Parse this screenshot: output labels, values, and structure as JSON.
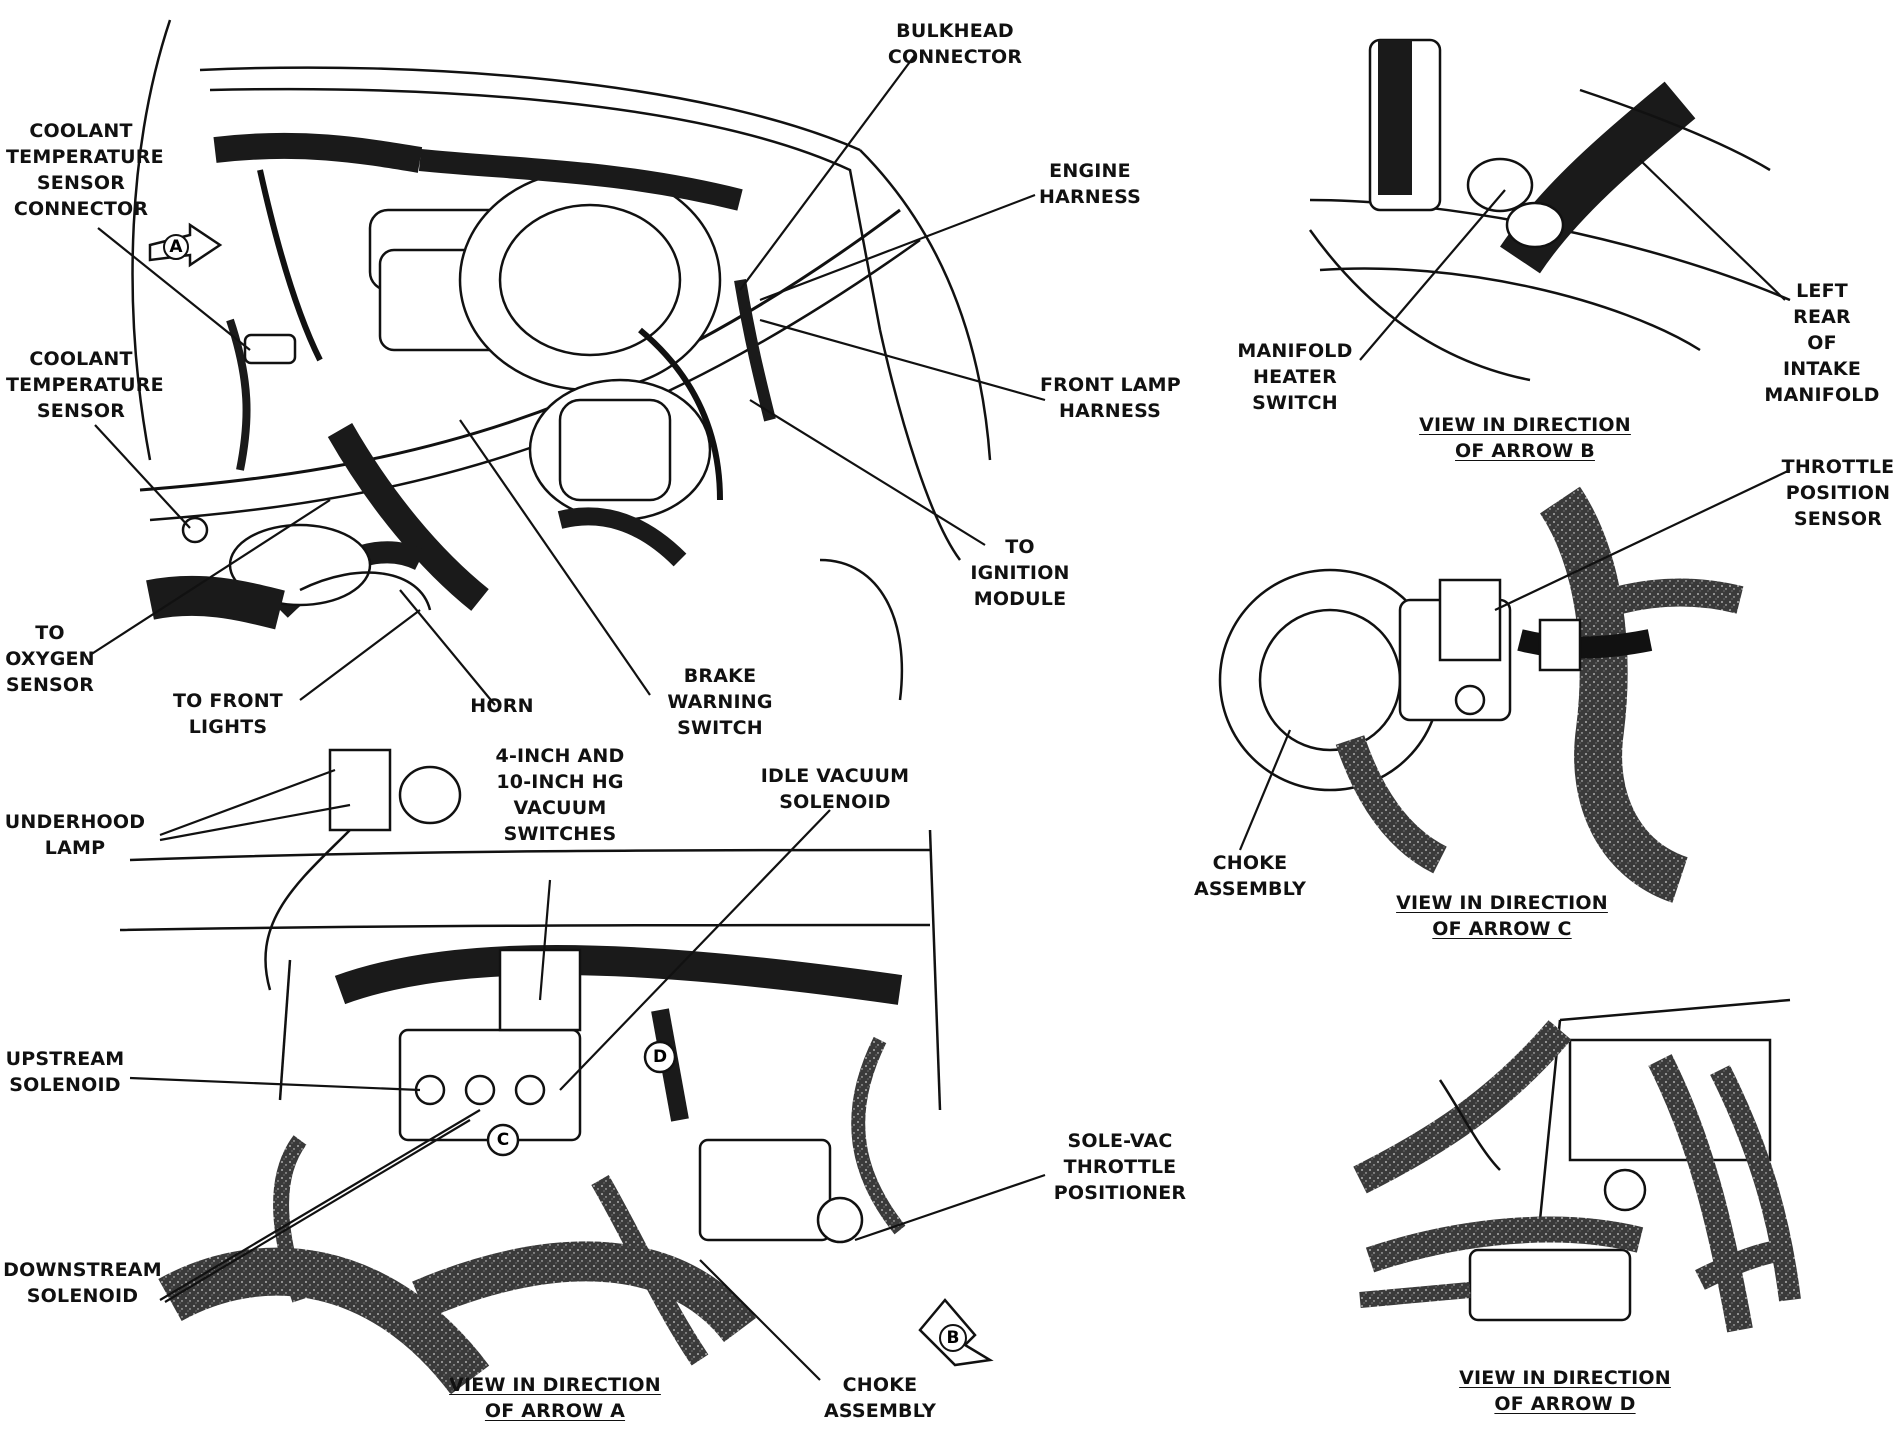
{
  "labels": {
    "coolant_temp_sensor_connector": [
      "COOLANT",
      "TEMPERATURE",
      "SENSOR",
      "CONNECTOR"
    ],
    "coolant_temp_sensor": [
      "COOLANT",
      "TEMPERATURE",
      "SENSOR"
    ],
    "to_oxygen_sensor": [
      "TO",
      "OXYGEN",
      "SENSOR"
    ],
    "to_front_lights": [
      "TO FRONT",
      "LIGHTS"
    ],
    "horn": [
      "HORN"
    ],
    "brake_warning_switch": [
      "BRAKE",
      "WARNING",
      "SWITCH"
    ],
    "bulkhead_connector": [
      "BULKHEAD",
      "CONNECTOR"
    ],
    "engine_harness": [
      "ENGINE",
      "HARNESS"
    ],
    "front_lamp_harness": [
      "FRONT LAMP",
      "HARNESS"
    ],
    "to_ignition_module": [
      "TO",
      "IGNITION",
      "MODULE"
    ],
    "underhood_lamp": [
      "UNDERHOOD",
      "LAMP"
    ],
    "vacuum_switches": [
      "4-INCH AND",
      "10-INCH HG",
      "VACUUM",
      "SWITCHES"
    ],
    "idle_vacuum_solenoid": [
      "IDLE VACUUM",
      "SOLENOID"
    ],
    "upstream_solenoid": [
      "UPSTREAM",
      "SOLENOID"
    ],
    "downstream_solenoid": [
      "DOWNSTREAM",
      "SOLENOID"
    ],
    "sole_vac_throttle_positioner": [
      "SOLE-VAC",
      "THROTTLE",
      "POSITIONER"
    ],
    "choke_assembly_a": [
      "CHOKE",
      "ASSEMBLY"
    ],
    "manifold_heater_switch": [
      "MANIFOLD",
      "HEATER",
      "SWITCH"
    ],
    "left_rear_intake_manifold": [
      "LEFT",
      "REAR",
      "OF",
      "INTAKE",
      "MANIFOLD"
    ],
    "throttle_position_sensor": [
      "THROTTLE",
      "POSITION",
      "SENSOR"
    ],
    "choke_assembly_c": [
      "CHOKE",
      "ASSEMBLY"
    ]
  },
  "captions": {
    "view_a": [
      "VIEW IN DIRECTION",
      "OF ARROW A"
    ],
    "view_b": [
      "VIEW IN DIRECTION",
      "OF ARROW B"
    ],
    "view_c": [
      "VIEW IN DIRECTION",
      "OF ARROW C"
    ],
    "view_d": [
      "VIEW IN DIRECTION",
      "OF ARROW D"
    ]
  },
  "arrow_letters": {
    "a": "A",
    "b": "B",
    "c": "C",
    "d": "D"
  },
  "colors": {
    "ink": "#111111",
    "hose": "#1a1a1a",
    "paper": "#ffffff",
    "speckle": "#555555"
  }
}
